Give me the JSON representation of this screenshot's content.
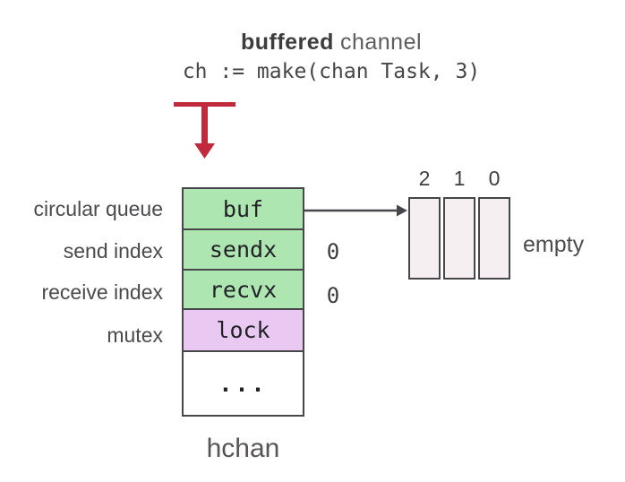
{
  "title": {
    "emphasis": "buffered",
    "suffix": "channel",
    "code": "ch := make(chan Task, 3)"
  },
  "hchan": {
    "caption": "hchan",
    "rows": [
      {
        "field": "buf",
        "annotation": "circular queue",
        "value": ""
      },
      {
        "field": "sendx",
        "annotation": "send index",
        "value": "0"
      },
      {
        "field": "recvx",
        "annotation": "receive index",
        "value": "0"
      },
      {
        "field": "lock",
        "annotation": "mutex",
        "value": ""
      },
      {
        "field": "...",
        "annotation": "",
        "value": ""
      }
    ]
  },
  "buffer_array": {
    "slot_indices": [
      "2",
      "1",
      "0"
    ],
    "slot_count": 3,
    "status": "empty"
  },
  "colors": {
    "field_green": "#aee6b2",
    "field_purple": "#e9c9f2",
    "slot_fill": "#f6eff1",
    "border_dark": "#46464b",
    "arrow_red": "#c02a3c",
    "text_dark": "#3c3c3e",
    "text_gray": "#5d5d5f"
  }
}
